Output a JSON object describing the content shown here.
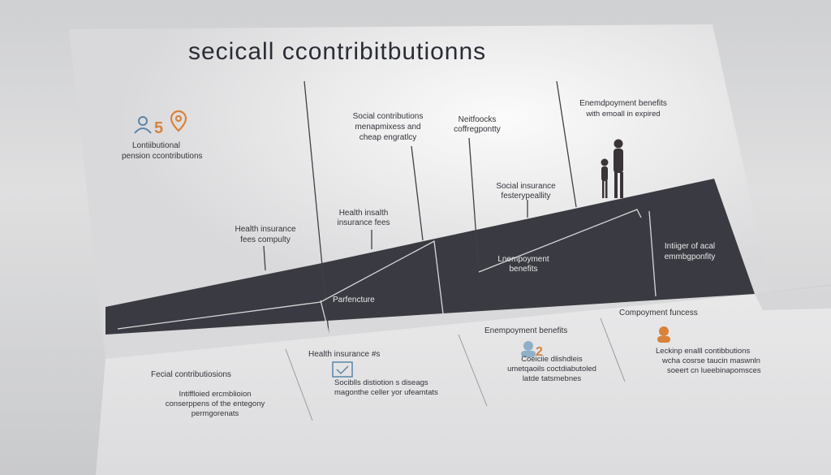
{
  "poster": {
    "title": "secicall ccontribitbutionns",
    "top_left_label_1": "Lontiibutional",
    "top_left_label_2": "pension ccontributions",
    "health_fees_1": "Health insurance",
    "health_fees_2": "fees compulty",
    "social_contrib_1": "Social contributions",
    "social_contrib_2": "menapmixess and",
    "social_contrib_3": "cheap engratlcy",
    "health_insalth_1": "Health insalth",
    "health_insalth_2": "insurance fees",
    "neitfoocks_1": "Neitfoocks",
    "neitfoocks_2": "coffregpontty",
    "social_insurance_1": "Social insurance",
    "social_insurance_2": "festerypeallity",
    "employment_top_1": "Enemdpoyment benefits",
    "employment_top_2": "with emoall in expired",
    "parfencture": "Parfencture",
    "unemployment_1": "Lnempoyment",
    "unemployment_2": "benefits",
    "intiger_1": "Intiiger of acal",
    "intiger_2": "emmbgponfity"
  },
  "cards": {
    "card1_title": "Fecial contributiosions",
    "card1_sub_1": "Intiffloied ercmblioion",
    "card1_sub_2": "conserppens of the entegony",
    "card1_sub_3": "permgorenats",
    "card2_title": "Health insurance #s",
    "card2_text_1": "Sociblls distiotion s diseags",
    "card2_text_2": "magonthe celler yor ufeamtats",
    "card3_title": "Enempoyment benefits",
    "card3_text_1": "Coeiciie dlishdleis",
    "card3_text_2": "umetqaoils coctdiabutoled",
    "card3_text_3": "latde tatsmebnes",
    "card4_title": "Compoyment funcess",
    "card4_text_1": "Leckinp enalll contibbutions",
    "card4_text_2": "wcha cosrse taucin maswnln",
    "card4_text_3": "soeert cn lueebinapomsces"
  },
  "colors": {
    "dark_band": "#3a3b42",
    "orange_icon": "#d9823a",
    "blue_icon": "#5a86a8"
  }
}
